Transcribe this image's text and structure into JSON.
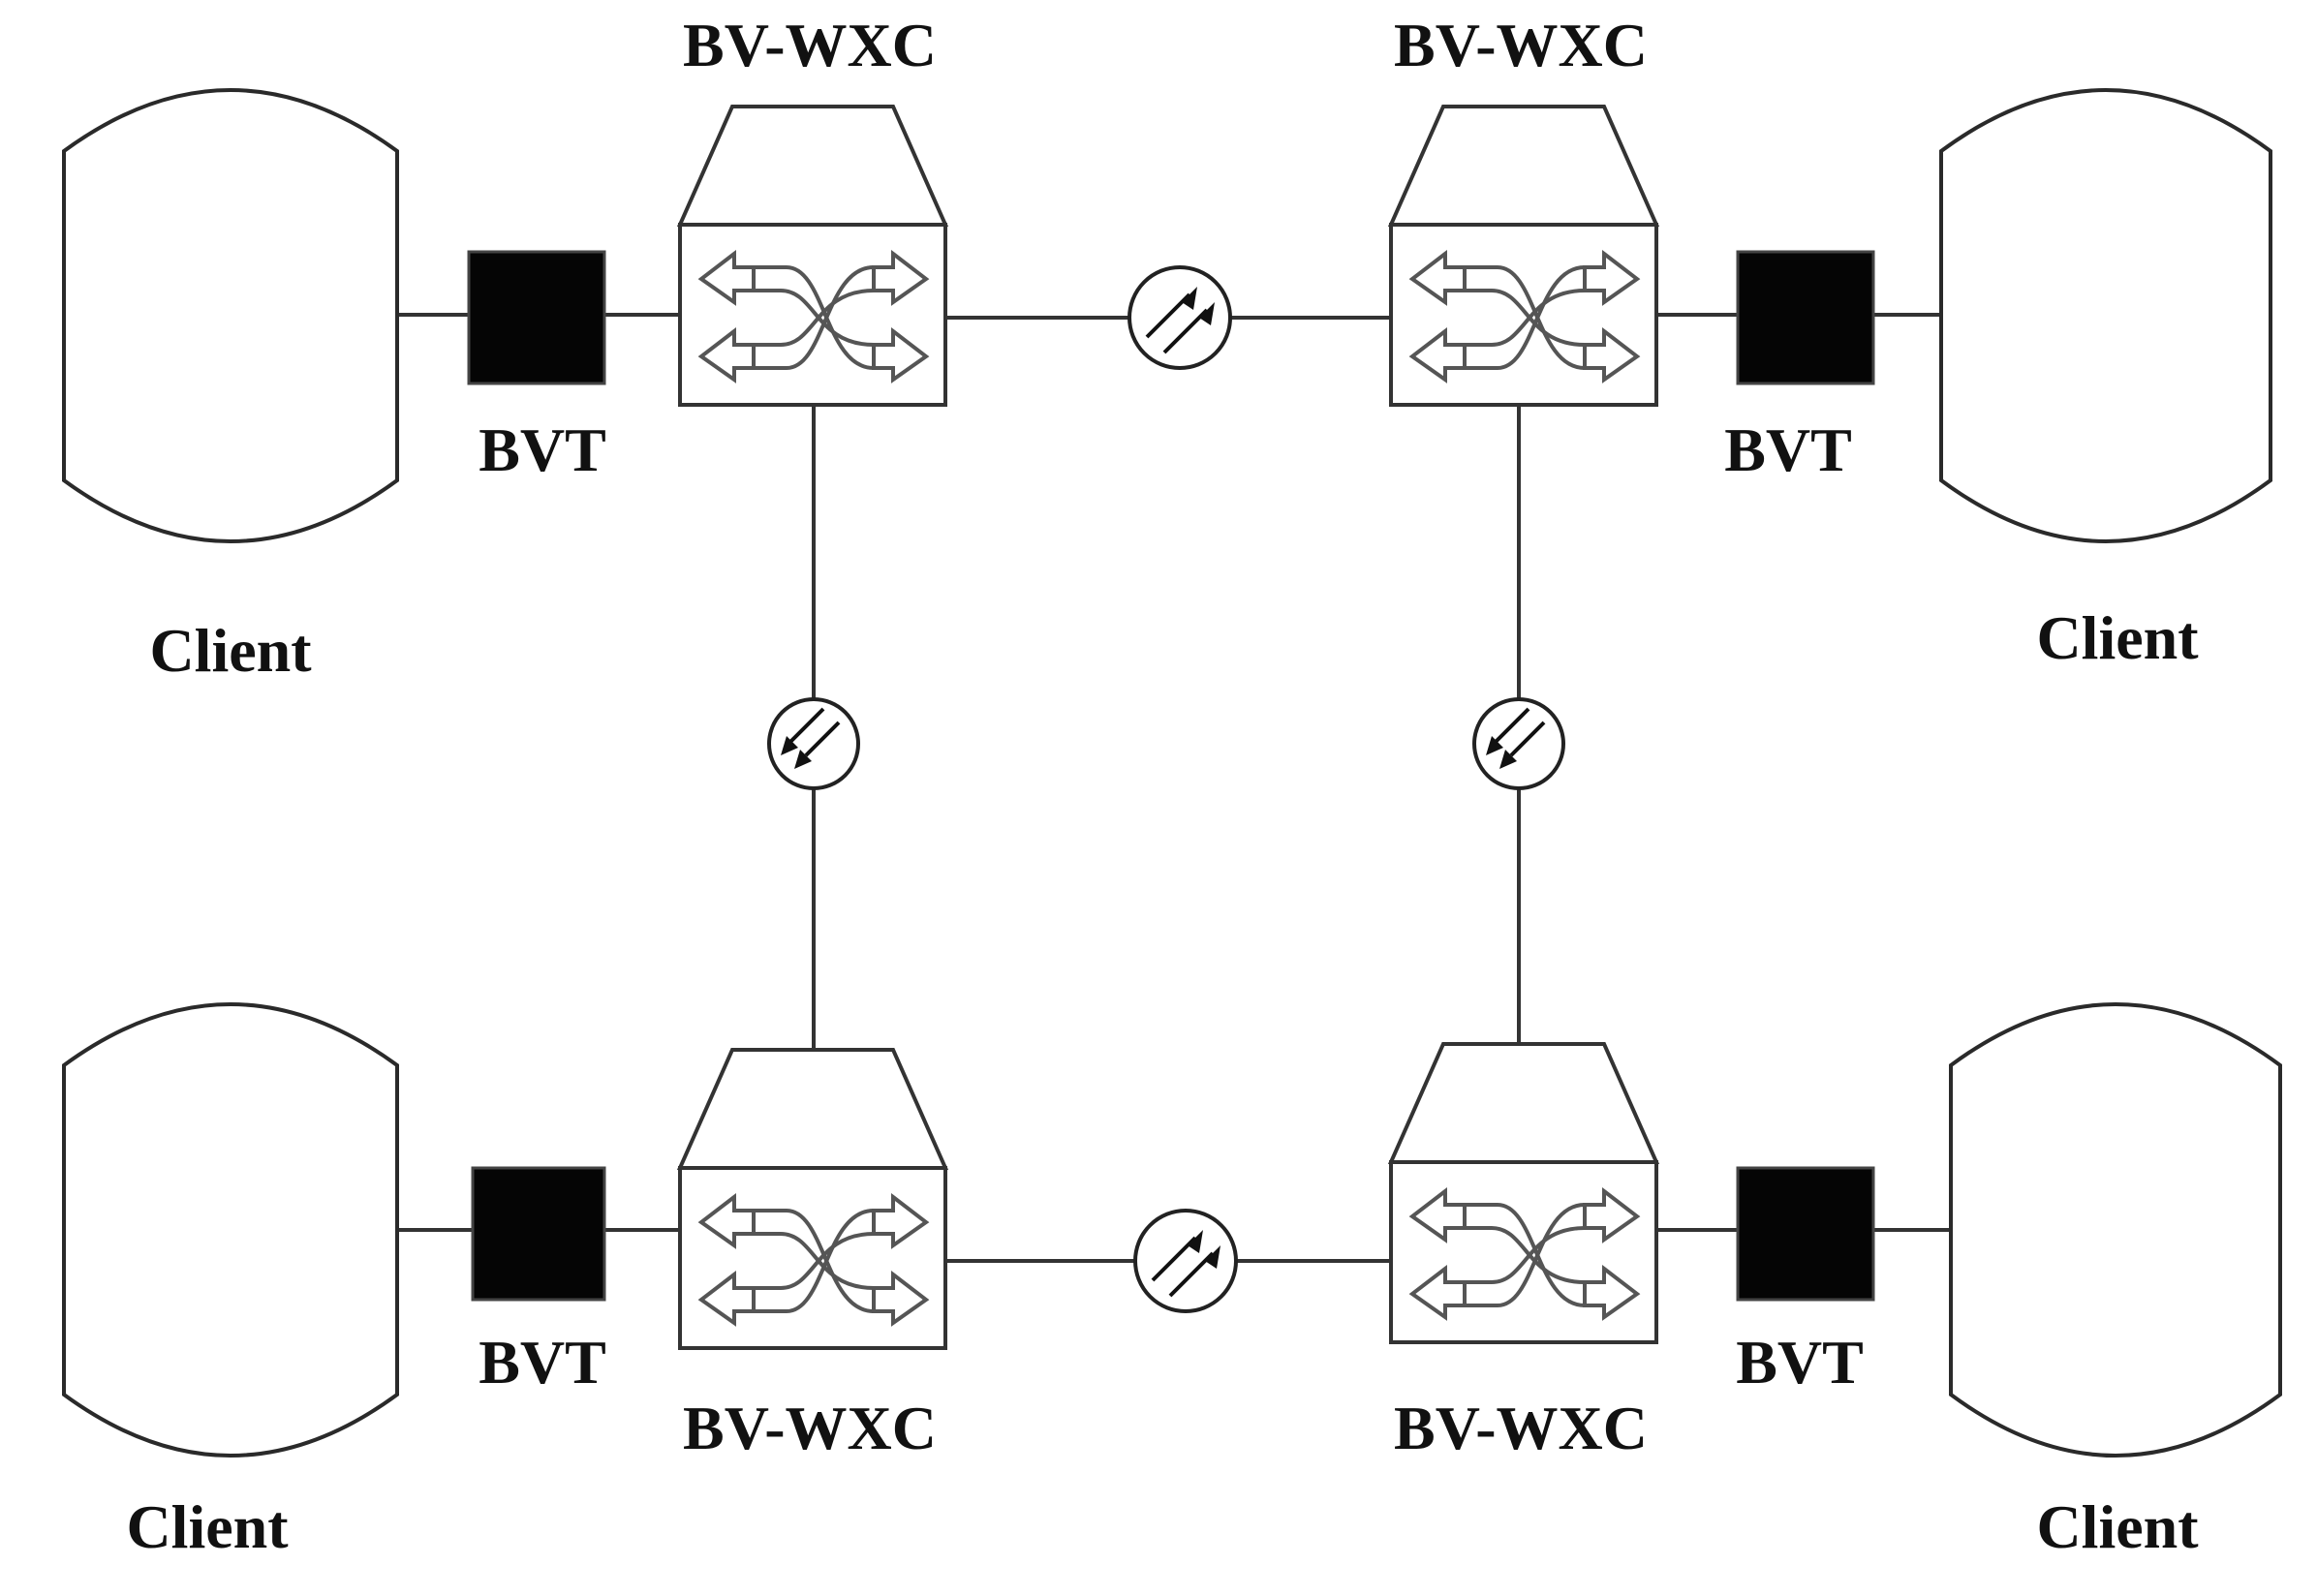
{
  "labels": {
    "wxc": "BV-WXC",
    "bvt": "BVT",
    "client": "Client"
  },
  "nodes": {
    "wxc": [
      {
        "id": "wxc-top-left",
        "label": "BV-WXC"
      },
      {
        "id": "wxc-top-right",
        "label": "BV-WXC"
      },
      {
        "id": "wxc-bottom-left",
        "label": "BV-WXC"
      },
      {
        "id": "wxc-bottom-right",
        "label": "BV-WXC"
      }
    ],
    "bvt": [
      {
        "id": "bvt-top-left",
        "label": "BVT"
      },
      {
        "id": "bvt-top-right",
        "label": "BVT"
      },
      {
        "id": "bvt-bottom-left",
        "label": "BVT"
      },
      {
        "id": "bvt-bottom-right",
        "label": "BVT"
      }
    ],
    "client": [
      {
        "id": "client-top-left",
        "label": "Client"
      },
      {
        "id": "client-top-right",
        "label": "Client"
      },
      {
        "id": "client-bottom-left",
        "label": "Client"
      },
      {
        "id": "client-bottom-right",
        "label": "Client"
      }
    ]
  },
  "edges": [
    {
      "from": "client-top-left",
      "to": "bvt-top-left"
    },
    {
      "from": "bvt-top-left",
      "to": "wxc-top-left"
    },
    {
      "from": "wxc-top-left",
      "to": "wxc-top-right",
      "amplifier": true
    },
    {
      "from": "wxc-top-right",
      "to": "bvt-top-right"
    },
    {
      "from": "bvt-top-right",
      "to": "client-top-right"
    },
    {
      "from": "wxc-top-left",
      "to": "wxc-bottom-left",
      "amplifier": true
    },
    {
      "from": "wxc-top-right",
      "to": "wxc-bottom-right",
      "amplifier": true
    },
    {
      "from": "client-bottom-left",
      "to": "bvt-bottom-left"
    },
    {
      "from": "bvt-bottom-left",
      "to": "wxc-bottom-left"
    },
    {
      "from": "wxc-bottom-left",
      "to": "wxc-bottom-right",
      "amplifier": true
    },
    {
      "from": "wxc-bottom-right",
      "to": "bvt-bottom-right"
    },
    {
      "from": "bvt-bottom-right",
      "to": "client-bottom-right"
    }
  ],
  "icons": {
    "client": "database-cylinder-icon",
    "bvt": "transceiver-block-icon",
    "wxc": "cross-connect-switch-icon",
    "amplifier": "optical-amplifier-icon"
  },
  "colors": {
    "background": "#ffffff",
    "stroke": "#333333",
    "bvt_fill": "#050505",
    "text": "#111111"
  }
}
